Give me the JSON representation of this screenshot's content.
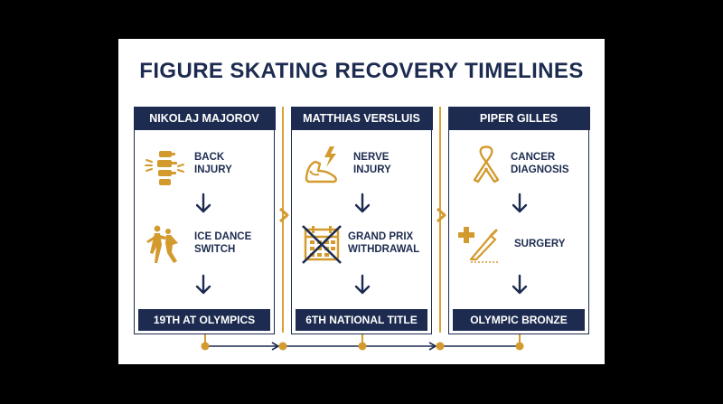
{
  "title": "FIGURE SKATING RECOVERY TIMELINES",
  "colors": {
    "navy": "#1c2b4f",
    "gold": "#d39a2e",
    "background": "#ffffff"
  },
  "columns": [
    {
      "name": "NIKOLAJ MAJOROV",
      "steps": [
        {
          "icon": "spine-injury-icon",
          "line1": "BACK",
          "line2": "INJURY"
        },
        {
          "icon": "ice-dance-couple-icon",
          "line1": "ICE DANCE",
          "line2": "SWITCH"
        }
      ],
      "result": "19TH AT OLYMPICS"
    },
    {
      "name": "MATTHIAS VERSLUIS",
      "steps": [
        {
          "icon": "nerve-arm-icon",
          "line1": "NERVE",
          "line2": "INJURY"
        },
        {
          "icon": "crossed-calendar-icon",
          "line1": "GRAND PRIX",
          "line2": "WITHDRAWAL"
        }
      ],
      "result": "6TH NATIONAL TITLE"
    },
    {
      "name": "PIPER GILLES",
      "steps": [
        {
          "icon": "awareness-ribbon-icon",
          "line1": "CANCER",
          "line2": "DIAGNOSIS"
        },
        {
          "icon": "scalpel-medical-cross-icon",
          "line1": "SURGERY",
          "line2": ""
        }
      ],
      "result": "OLYMPIC BRONZE"
    }
  ]
}
